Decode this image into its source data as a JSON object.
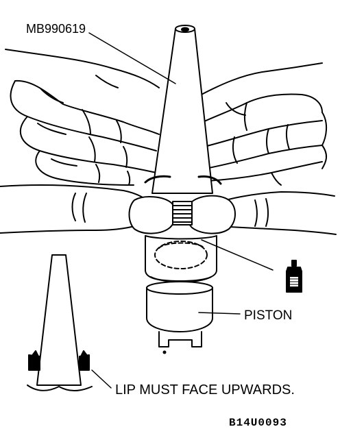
{
  "labels": {
    "tool": "MB990619",
    "piston": "PISTON",
    "lip_note": "LIP MUST FACE UPWARDS.",
    "figure_code": "B14U0093"
  },
  "icons": {
    "grease_tube": "grease-tube-icon"
  },
  "colors": {
    "ink": "#000000",
    "paper": "#ffffff"
  }
}
